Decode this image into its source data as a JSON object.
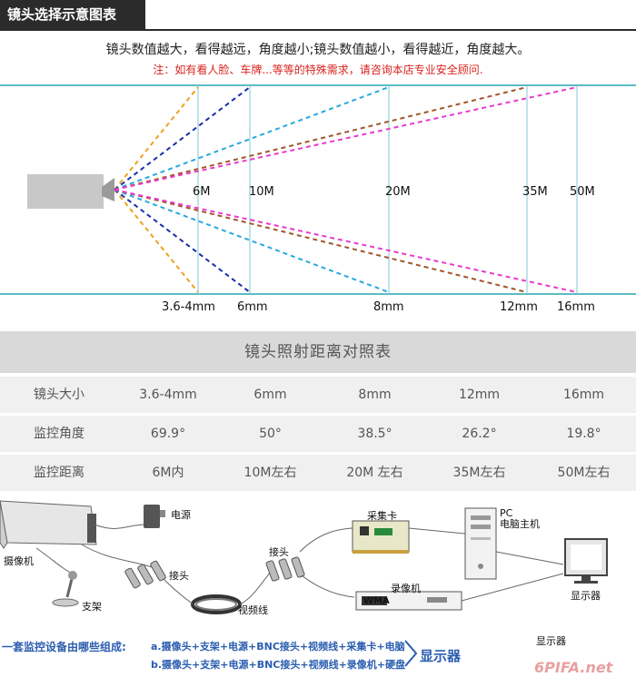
{
  "header": {
    "title": "镜头选择示意图表"
  },
  "description": {
    "main": "镜头数值越大，看得越远，角度越小;镜头数值越小，看得越近，角度越大。",
    "note": "注：如有看人脸、车牌...等等的特殊需求，请咨询本店专业安全顾问."
  },
  "fov_diagram": {
    "distances": [
      "6M",
      "10M",
      "20M",
      "35M",
      "50M"
    ],
    "lenses": [
      "3.6-4mm",
      "6mm",
      "8mm",
      "12mm",
      "16mm"
    ],
    "colors": {
      "lens_3_6": "#f0a020",
      "lens_6": "#1a2fa8",
      "lens_8": "#28a8e0",
      "lens_12": "#a0562a",
      "lens_16": "#e83ad0",
      "band": "#5bbcc4",
      "camera": "#c8c8c8"
    }
  },
  "table": {
    "title": "镜头照射距离对照表",
    "rows": [
      {
        "label": "镜头大小",
        "values": [
          "3.6-4mm",
          "6mm",
          "8mm",
          "12mm",
          "16mm"
        ]
      },
      {
        "label": "监控角度",
        "values": [
          "69.9°",
          "50°",
          "38.5°",
          "26.2°",
          "19.8°"
        ]
      },
      {
        "label": "监控距离",
        "values": [
          "6M内",
          "10M左右",
          "20M 左右",
          "35M左右",
          "50M左右"
        ]
      }
    ]
  },
  "system": {
    "camera": "摄像机",
    "power": "电源",
    "connector1": "接头",
    "stand": "支架",
    "cable": "视频线",
    "connector2": "接头",
    "capture_card": "采集卡",
    "pc": "PC\n电脑主机",
    "pc_line1": "PC",
    "pc_line2": "电脑主机",
    "recorder": "录像机",
    "recorder_brand": "WMA",
    "monitor": "显示器",
    "monitor2": "显示器",
    "recipe_head": "一套监控设备由哪些组成:",
    "recipe_a": "a.摄像头+支架+电源+BNC接头+视频线+采集卡+电脑",
    "recipe_b": "b.摄像头+支架+电源+BNC接头+视频线+录像机+硬盘",
    "display_big": "显示器",
    "watermark": "6PIFA.net"
  }
}
